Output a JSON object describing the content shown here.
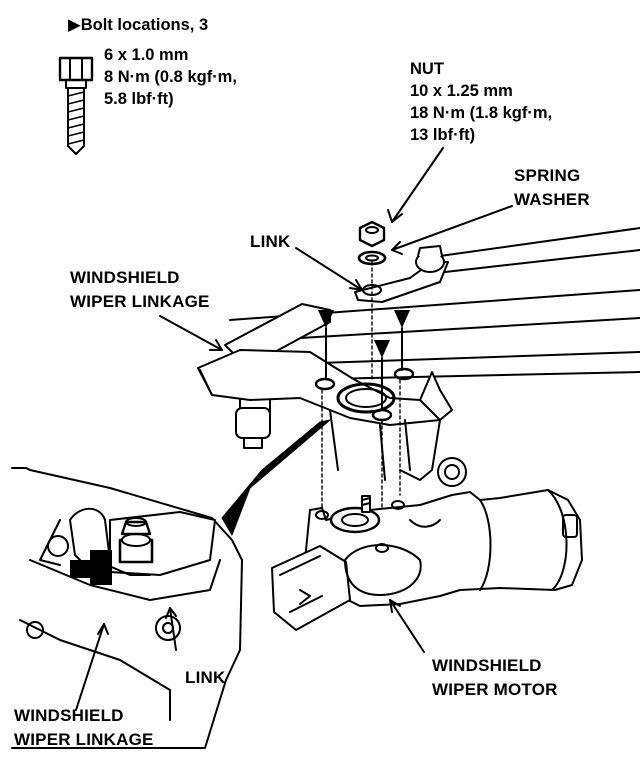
{
  "bolt_spec": {
    "marker": "▶",
    "title": "Bolt locations, 3",
    "lines": [
      "6 x 1.0 mm",
      "8 N·m (0.8 kgf·m,",
      "5.8 lbf·ft)"
    ]
  },
  "nut_spec": {
    "title": "NUT",
    "lines": [
      "10 x 1.25 mm",
      "18 N·m (1.8 kgf·m,",
      "13 lbf·ft)"
    ]
  },
  "labels": {
    "spring_washer_1": "SPRING",
    "spring_washer_2": "WASHER",
    "link_top": "LINK",
    "linkage_top_1": "WINDSHIELD",
    "linkage_top_2": "WIPER LINKAGE",
    "link_inset": "LINK",
    "motor_1": "WINDSHIELD",
    "motor_2": "WIPER MOTOR",
    "linkage_bottom_1": "WINDSHIELD",
    "linkage_bottom_2": "WIPER LINKAGE"
  }
}
